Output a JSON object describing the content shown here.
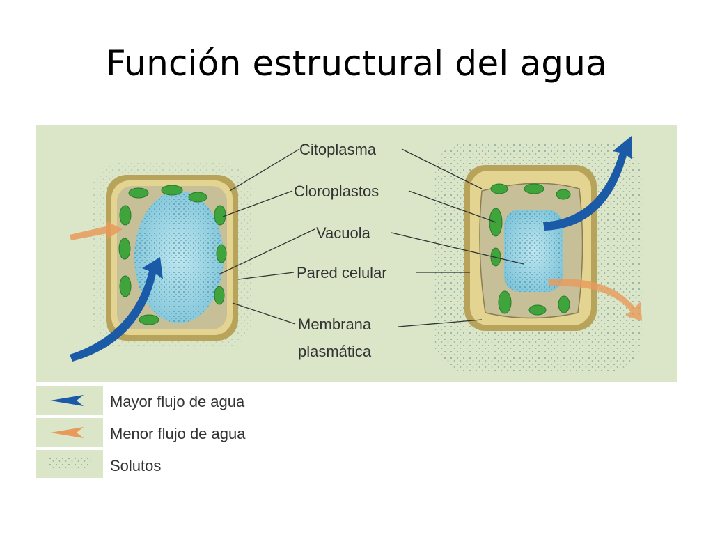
{
  "title": "Función estructural del agua",
  "labels": {
    "citoplasma": "Citoplasma",
    "cloroplastos": "Cloroplastos",
    "vacuola": "Vacuola",
    "pared": "Pared celular",
    "membrana_1": "Membrana",
    "membrana_2": "plasmática"
  },
  "legend": [
    {
      "label": "Mayor flujo de agua",
      "icon": "blue-arrow-icon",
      "color": "#1a5aa6"
    },
    {
      "label": "Menor flujo de agua",
      "icon": "orange-arrow-icon",
      "color": "#e89a5a"
    },
    {
      "label": "Solutos",
      "icon": "solute-dots-icon",
      "color": "#5a8a8a"
    }
  ],
  "colors": {
    "background": "#dbe6c8",
    "cell_wall": "#d9c77f",
    "cytoplasm": "#c9c09a",
    "chloroplast": "#3fa43b",
    "vacuole": "#8fd0e0",
    "major_flow": "#1a5aa6",
    "minor_flow": "#e89a5a"
  }
}
